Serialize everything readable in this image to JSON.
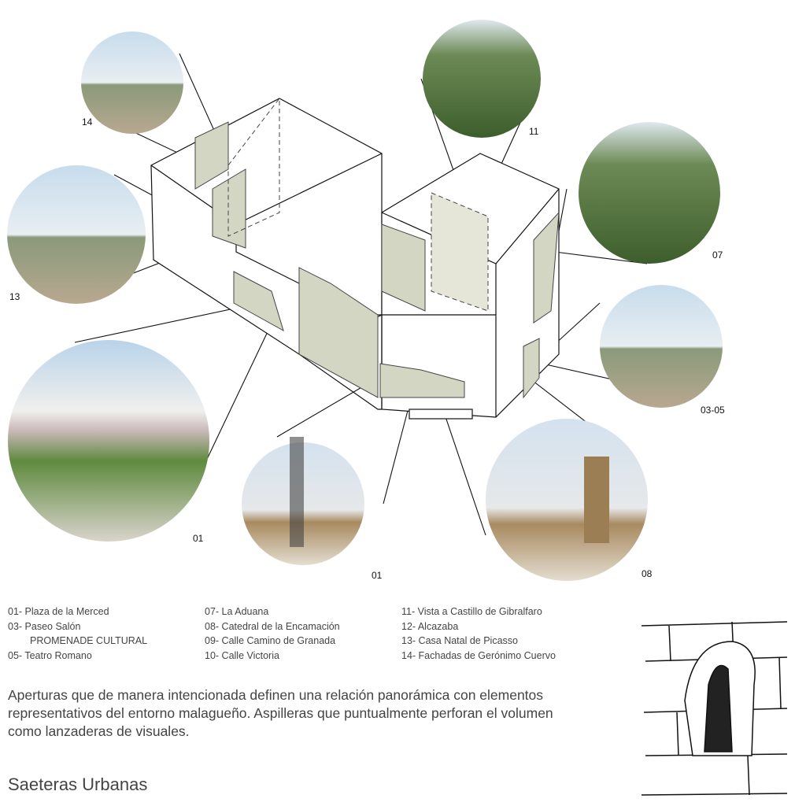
{
  "photo_labels": {
    "p14": "14",
    "p11": "11",
    "p07": "07",
    "p13": "13",
    "p0305": "03-05",
    "p01a": "01",
    "p01b": "01",
    "p08": "08"
  },
  "legend": {
    "col1": [
      "01- Plaza de la Merced",
      "03- Paseo Salón",
      "PROMENADE CULTURAL",
      "05- Teatro Romano"
    ],
    "col2": [
      "07- La Aduana",
      "08- Catedral de la Encamación",
      "09- Calle Camino de Granada",
      "10- Calle Victoria"
    ],
    "col3": [
      "11- Vista a Castillo de Gibralfaro",
      "12- Alcazaba",
      "13- Casa Natal de Picasso",
      "14- Fachadas de Gerónimo Cuervo"
    ]
  },
  "description": "Aperturas que de manera intencionada definen una relación panorámica con elementos representativos del entorno malagueño. Aspilleras que puntualmente perforan el volumen como lanzaderas de visuales.",
  "title": "Saeteras Urbanas",
  "colors": {
    "opening": "#d4d6c4",
    "sky": "#cfe0ec",
    "vegetation": "#4f7a3a"
  }
}
